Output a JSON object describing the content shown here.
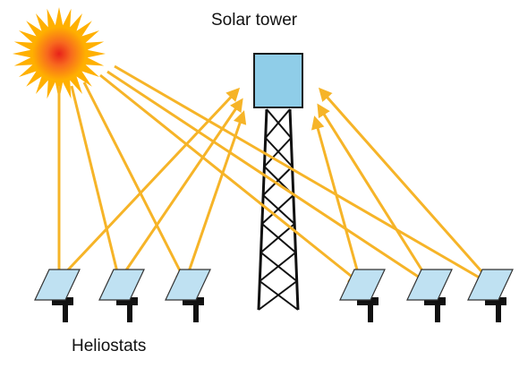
{
  "labels": {
    "tower": "Solar tower",
    "heliostats": "Heliostats"
  },
  "colors": {
    "sun_outer": "#ffb000",
    "sun_inner": "#e8221a",
    "ray": "#f6b428",
    "tower_box": "#8fcde8",
    "mirror": "#bfe1f2",
    "frame": "#111111"
  },
  "icons": {
    "sun": "sun-icon",
    "tower": "solar-tower-icon",
    "mirror": "heliostat-mirror-icon"
  },
  "heliostat_count": 6
}
